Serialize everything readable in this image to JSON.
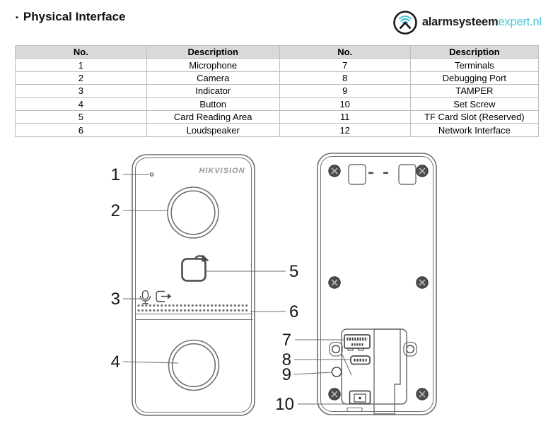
{
  "header": {
    "bullet": "▪",
    "title": "Physical Interface"
  },
  "logo": {
    "brand_bold": "alarmsysteem",
    "brand_accent": "expert.nl",
    "accent_color": "#4cc5d6"
  },
  "table": {
    "left": {
      "headers": [
        "No.",
        "Description"
      ],
      "rows": [
        [
          "1",
          "Microphone"
        ],
        [
          "2",
          "Camera"
        ],
        [
          "3",
          "Indicator"
        ],
        [
          "4",
          "Button"
        ],
        [
          "5",
          "Card Reading Area"
        ],
        [
          "6",
          "Loudspeaker"
        ]
      ]
    },
    "right": {
      "headers": [
        "No.",
        "Description"
      ],
      "rows": [
        [
          "7",
          "Terminals"
        ],
        [
          "8",
          "Debugging Port"
        ],
        [
          "9",
          "TAMPER"
        ],
        [
          "10",
          "Set Screw"
        ],
        [
          "11",
          "TF Card Slot (Reserved)"
        ],
        [
          "12",
          "Network Interface"
        ]
      ]
    }
  },
  "diagram": {
    "brand": "HIKVISION",
    "front_callouts": [
      "1",
      "2",
      "3",
      "4",
      "5",
      "6"
    ],
    "back_callouts": [
      "7",
      "8",
      "9",
      "10"
    ]
  }
}
